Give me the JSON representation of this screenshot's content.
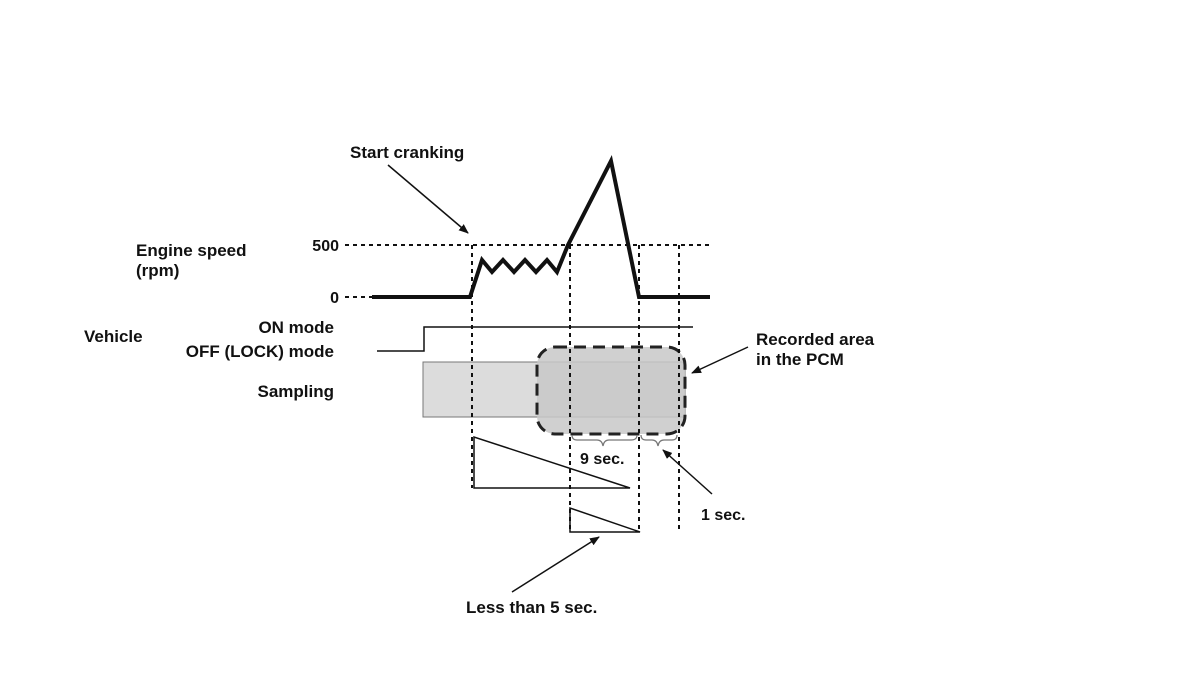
{
  "labels": {
    "start_cranking": "Start cranking",
    "engine_speed_line1": "Engine speed",
    "engine_speed_line2": "(rpm)",
    "tick_500": "500",
    "tick_0": "0",
    "vehicle": "Vehicle",
    "on_mode": "ON mode",
    "off_lock_mode": "OFF (LOCK) mode",
    "sampling": "Sampling",
    "recorded_area_line1": "Recorded area",
    "recorded_area_line2": "in the PCM",
    "nine_sec": "9 sec.",
    "one_sec": "1 sec.",
    "less_than_5_sec": "Less than 5 sec."
  },
  "colors": {
    "line": "#111111",
    "sampling_fill": "#dcdcdc",
    "recorded_fill": "#c8c8c8",
    "background": "#ffffff"
  }
}
